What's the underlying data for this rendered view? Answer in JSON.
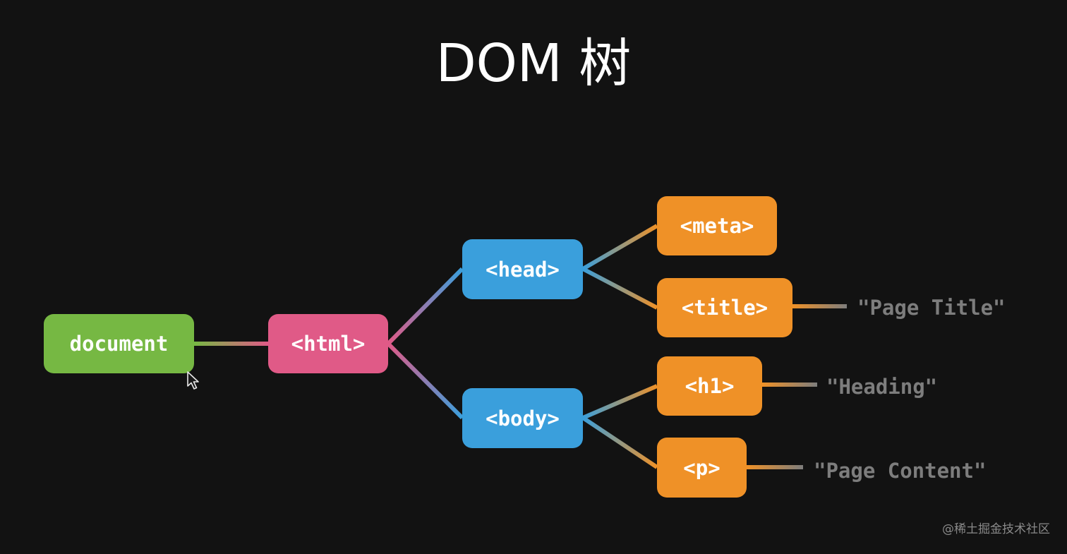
{
  "title": "DOM 树",
  "nodes": {
    "document": {
      "label": "document",
      "color": "#76b843"
    },
    "html": {
      "label": "<html>",
      "color": "#e05a87"
    },
    "head": {
      "label": "<head>",
      "color": "#3a9fdc"
    },
    "body": {
      "label": "<body>",
      "color": "#3a9fdc"
    },
    "meta": {
      "label": "<meta>",
      "color": "#ef9127"
    },
    "title": {
      "label": "<title>",
      "color": "#ef9127"
    },
    "h1": {
      "label": "<h1>",
      "color": "#ef9127"
    },
    "p": {
      "label": "<p>",
      "color": "#ef9127"
    }
  },
  "text_nodes": {
    "title": "\"Page Title\"",
    "h1": "\"Heading\"",
    "p": "\"Page Content\""
  },
  "text_color": "#7d7d7d",
  "watermark": "@稀土掘金技术社区",
  "cursor": "mouse-pointer-icon"
}
